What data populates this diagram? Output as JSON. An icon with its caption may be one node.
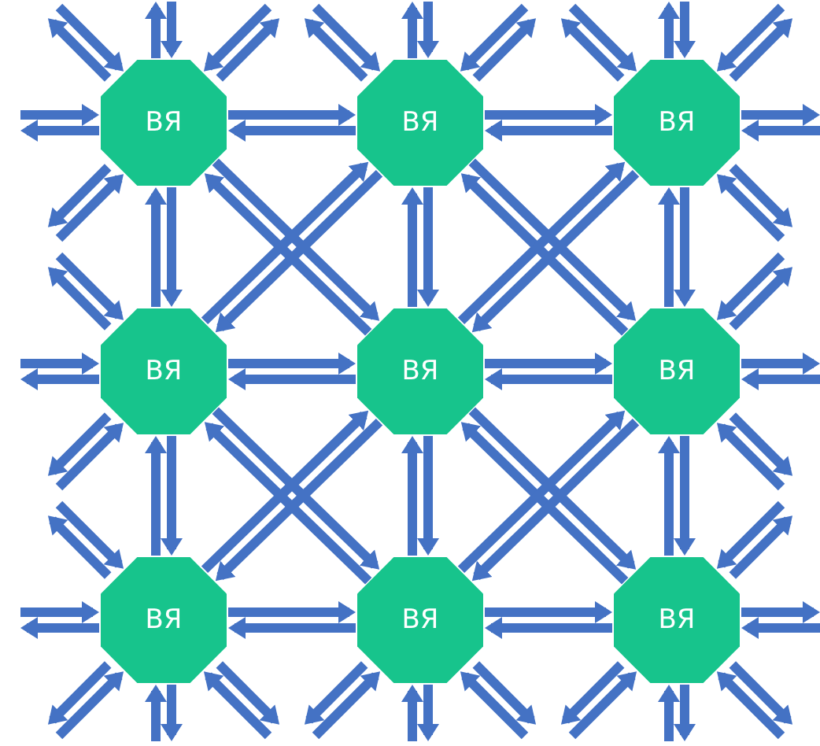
{
  "diagram": {
    "nodes": [
      {
        "text": [
          "ВЯ"
        ]
      },
      {
        "text": [
          "ВЯ"
        ]
      },
      {
        "text": [
          "ВЯ"
        ]
      },
      {
        "text": [
          "ВЯ"
        ]
      },
      {
        "text": [
          "ВЯ"
        ]
      },
      {
        "text": [
          "ВЯ"
        ]
      },
      {
        "text": [
          "ВЯ"
        ]
      },
      {
        "text": [
          "ВЯ"
        ]
      },
      {
        "text": [
          "ВЯ"
        ]
      }
    ],
    "edges": [
      {
        "from": 0,
        "to": 1,
        "arrow": "to"
      },
      {
        "from": 1,
        "to": 0,
        "arrow": "to"
      },
      {
        "from": 1,
        "to": 2,
        "arrow": "to"
      },
      {
        "from": 2,
        "to": 1,
        "arrow": "to"
      },
      {
        "from": 3,
        "to": 4,
        "arrow": "to"
      },
      {
        "from": 4,
        "to": 3,
        "arrow": "to"
      },
      {
        "from": 4,
        "to": 5,
        "arrow": "to"
      },
      {
        "from": 5,
        "to": 4,
        "arrow": "to"
      },
      {
        "from": 6,
        "to": 7,
        "arrow": "to"
      },
      {
        "from": 7,
        "to": 6,
        "arrow": "to"
      },
      {
        "from": 7,
        "to": 8,
        "arrow": "to"
      },
      {
        "from": 8,
        "to": 7,
        "arrow": "to"
      },
      {
        "from": 0,
        "to": 3,
        "arrow": "to"
      },
      {
        "from": 3,
        "to": 0,
        "arrow": "to"
      },
      {
        "from": 3,
        "to": 6,
        "arrow": "to"
      },
      {
        "from": 6,
        "to": 3,
        "arrow": "to"
      },
      {
        "from": 1,
        "to": 4,
        "arrow": "to"
      },
      {
        "from": 4,
        "to": 1,
        "arrow": "to"
      },
      {
        "from": 4,
        "to": 7,
        "arrow": "to"
      },
      {
        "from": 7,
        "to": 4,
        "arrow": "to"
      },
      {
        "from": 2,
        "to": 5,
        "arrow": "to"
      },
      {
        "from": 5,
        "to": 2,
        "arrow": "to"
      },
      {
        "from": 5,
        "to": 8,
        "arrow": "to"
      },
      {
        "from": 8,
        "to": 5,
        "arrow": "to"
      },
      {
        "from": 0,
        "to": 4,
        "arrow": "to"
      },
      {
        "from": 4,
        "to": 0,
        "arrow": "to"
      },
      {
        "from": 1,
        "to": 3,
        "arrow": "to"
      },
      {
        "from": 3,
        "to": 1,
        "arrow": "to"
      },
      {
        "from": 1,
        "to": 5,
        "arrow": "to"
      },
      {
        "from": 5,
        "to": 1,
        "arrow": "to"
      },
      {
        "from": 2,
        "to": 4,
        "arrow": "to"
      },
      {
        "from": 4,
        "to": 2,
        "arrow": "to"
      },
      {
        "from": 3,
        "to": 7,
        "arrow": "to"
      },
      {
        "from": 7,
        "to": 3,
        "arrow": "to"
      },
      {
        "from": 4,
        "to": 6,
        "arrow": "to"
      },
      {
        "from": 6,
        "to": 4,
        "arrow": "to"
      },
      {
        "from": 4,
        "to": 8,
        "arrow": "to"
      },
      {
        "from": 8,
        "to": 4,
        "arrow": "to"
      },
      {
        "from": 5,
        "to": 7,
        "arrow": "to"
      },
      {
        "from": 7,
        "to": 5,
        "arrow": "to"
      },
      {
        "from": 0,
        "to": null,
        "arrow": "to"
      },
      {
        "from": null,
        "to": 0,
        "arrow": "to"
      },
      {
        "from": 0,
        "to": null,
        "arrow": "to"
      },
      {
        "from": null,
        "to": 0,
        "arrow": "to"
      },
      {
        "from": 0,
        "to": null,
        "arrow": "to"
      },
      {
        "from": null,
        "to": 0,
        "arrow": "to"
      },
      {
        "from": 0,
        "to": null,
        "arrow": "to"
      },
      {
        "from": null,
        "to": 0,
        "arrow": "to"
      },
      {
        "from": 0,
        "to": null,
        "arrow": "to"
      },
      {
        "from": null,
        "to": 0,
        "arrow": "to"
      },
      {
        "from": 1,
        "to": null,
        "arrow": "to"
      },
      {
        "from": null,
        "to": 1,
        "arrow": "to"
      },
      {
        "from": 1,
        "to": null,
        "arrow": "to"
      },
      {
        "from": null,
        "to": 1,
        "arrow": "to"
      },
      {
        "from": 1,
        "to": null,
        "arrow": "to"
      },
      {
        "from": null,
        "to": 1,
        "arrow": "to"
      },
      {
        "from": 2,
        "to": null,
        "arrow": "to"
      },
      {
        "from": null,
        "to": 2,
        "arrow": "to"
      },
      {
        "from": 2,
        "to": null,
        "arrow": "to"
      },
      {
        "from": null,
        "to": 2,
        "arrow": "to"
      },
      {
        "from": 2,
        "to": null,
        "arrow": "to"
      },
      {
        "from": null,
        "to": 2,
        "arrow": "to"
      },
      {
        "from": 2,
        "to": null,
        "arrow": "to"
      },
      {
        "from": null,
        "to": 2,
        "arrow": "to"
      },
      {
        "from": 2,
        "to": null,
        "arrow": "to"
      },
      {
        "from": null,
        "to": 2,
        "arrow": "to"
      },
      {
        "from": 3,
        "to": null,
        "arrow": "to"
      },
      {
        "from": null,
        "to": 3,
        "arrow": "to"
      },
      {
        "from": 3,
        "to": null,
        "arrow": "to"
      },
      {
        "from": null,
        "to": 3,
        "arrow": "to"
      },
      {
        "from": 3,
        "to": null,
        "arrow": "to"
      },
      {
        "from": null,
        "to": 3,
        "arrow": "to"
      },
      {
        "from": 5,
        "to": null,
        "arrow": "to"
      },
      {
        "from": null,
        "to": 5,
        "arrow": "to"
      },
      {
        "from": 5,
        "to": null,
        "arrow": "to"
      },
      {
        "from": null,
        "to": 5,
        "arrow": "to"
      },
      {
        "from": 5,
        "to": null,
        "arrow": "to"
      },
      {
        "from": null,
        "to": 5,
        "arrow": "to"
      },
      {
        "from": 6,
        "to": null,
        "arrow": "to"
      },
      {
        "from": null,
        "to": 6,
        "arrow": "to"
      },
      {
        "from": 6,
        "to": null,
        "arrow": "to"
      },
      {
        "from": null,
        "to": 6,
        "arrow": "to"
      },
      {
        "from": 6,
        "to": null,
        "arrow": "to"
      },
      {
        "from": null,
        "to": 6,
        "arrow": "to"
      },
      {
        "from": 6,
        "to": null,
        "arrow": "to"
      },
      {
        "from": null,
        "to": 6,
        "arrow": "to"
      },
      {
        "from": 6,
        "to": null,
        "arrow": "to"
      },
      {
        "from": null,
        "to": 6,
        "arrow": "to"
      },
      {
        "from": 7,
        "to": null,
        "arrow": "to"
      },
      {
        "from": null,
        "to": 7,
        "arrow": "to"
      },
      {
        "from": 7,
        "to": null,
        "arrow": "to"
      },
      {
        "from": null,
        "to": 7,
        "arrow": "to"
      },
      {
        "from": 7,
        "to": null,
        "arrow": "to"
      },
      {
        "from": null,
        "to": 7,
        "arrow": "to"
      },
      {
        "from": 8,
        "to": null,
        "arrow": "to"
      },
      {
        "from": null,
        "to": 8,
        "arrow": "to"
      },
      {
        "from": 8,
        "to": null,
        "arrow": "to"
      },
      {
        "from": null,
        "to": 8,
        "arrow": "to"
      },
      {
        "from": 8,
        "to": null,
        "arrow": "to"
      },
      {
        "from": null,
        "to": 8,
        "arrow": "to"
      },
      {
        "from": 8,
        "to": null,
        "arrow": "to"
      },
      {
        "from": null,
        "to": 8,
        "arrow": "to"
      },
      {
        "from": 8,
        "to": null,
        "arrow": "to"
      },
      {
        "from": null,
        "to": 8,
        "arrow": "to"
      }
    ]
  }
}
